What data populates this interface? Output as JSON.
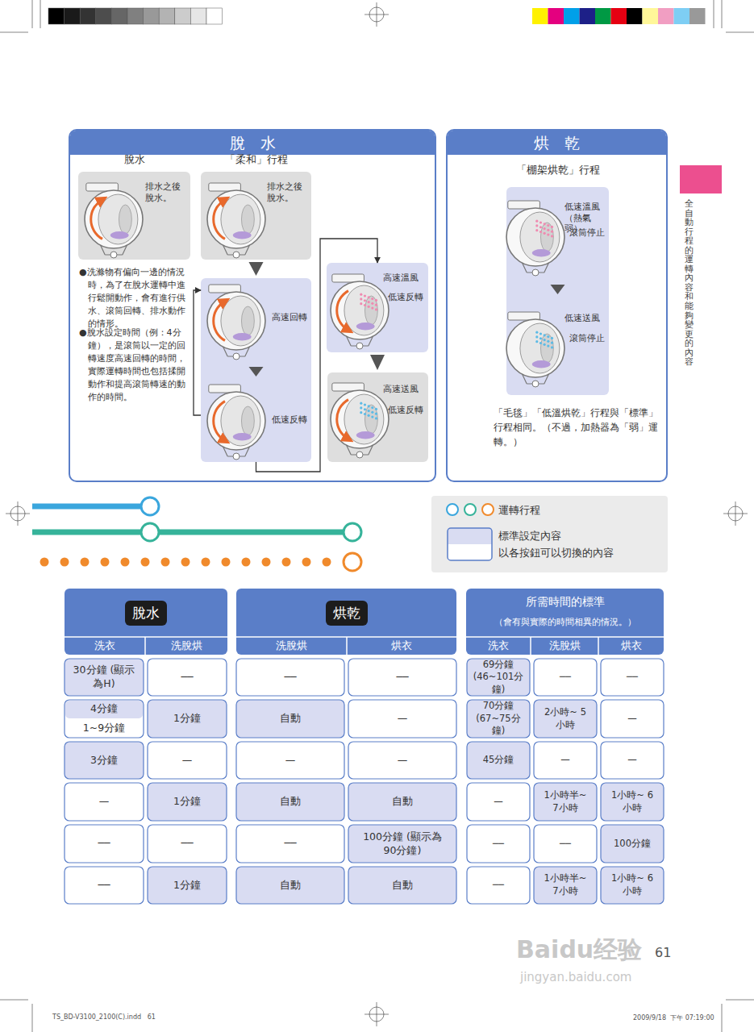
{
  "diagram": {
    "nodes": [
      {
        "text": [
          "脫　水"
        ]
      },
      {
        "text": [
          "脫水",
          "排水之後 脫水。"
        ],
        "in": 0
      },
      {
        "text": [
          "「柔和」行程",
          "排水之後 脫水。"
        ],
        "in": 0
      },
      {
        "text": [
          "高速回轉"
        ],
        "in": 0
      },
      {
        "text": [
          "低速反轉"
        ],
        "in": 0
      },
      {
        "text": [
          "高速溫風",
          "低速反轉"
        ],
        "in": 0
      },
      {
        "text": [
          "高速送風",
          "低速反轉"
        ],
        "in": 0
      },
      {
        "text": [
          "烘　乾"
        ]
      },
      {
        "text": [
          "「棚架烘乾」行程"
        ],
        "in": 7
      },
      {
        "text": [
          "低速溫風 （熱氣弱）",
          "滾筒停止"
        ],
        "in": 8
      },
      {
        "text": [
          "低速送風",
          "滾筒停止"
        ],
        "in": 8
      }
    ],
    "edges": [
      {
        "from": 2,
        "to": 3,
        "arrow": "to"
      },
      {
        "from": 3,
        "to": 4,
        "arrow": "to"
      },
      {
        "from": 4,
        "to": 3,
        "arrow": "to"
      },
      {
        "from": 4,
        "to": 5,
        "arrow": "to"
      },
      {
        "from": 5,
        "to": 6,
        "arrow": "to"
      },
      {
        "from": 9,
        "to": 10,
        "arrow": "to"
      }
    ],
    "labels": [
      "●洗滌物有偏向一邊的情況時，為了在脫水運轉中進行鬆開動作，會有進行供水、滾筒回轉、排水動作的情形。",
      "●脫水設定時間（例：4分鐘），是滾筒以一定的回轉速度高速回轉的時間，實際運轉時間也包括揉開動作和提高滾筒轉速的動作的時間。",
      "「毛毯」「低溫烘乾」行程與「標準」行程相同。（不過，加熱器為「弱」運轉。）",
      "全自動行程的運轉內容和能夠變更的內容",
      "脫水",
      "洗衣",
      "洗脫烘",
      "烘乾",
      "洗脫烘",
      "烘衣",
      "所需時間的標準",
      "（會有與實際的時間相異的情況。）",
      "洗衣",
      "洗脫烘",
      "烘衣",
      "30分鐘 (顯示為H)",
      "──",
      "──",
      "──",
      "69分鐘 (46~101分鐘)",
      "──",
      "──",
      "4分鐘",
      "1~9分鐘",
      "1分鐘",
      "自動",
      "—",
      "70分鐘 (67~75分鐘)",
      "2小時~ 5小時",
      "—",
      "3分鐘",
      "—",
      "—",
      "—",
      "45分鐘",
      "—",
      "—",
      "—",
      "1分鐘",
      "自動",
      "自動",
      "—",
      "1小時半~ 7小時",
      "1小時~ 6小時",
      "──",
      "──",
      "──",
      "100分鐘 (顯示為90分鐘)",
      "──",
      "──",
      "100分鐘",
      "──",
      "1分鐘",
      "自動",
      "自動",
      "──",
      "1小時半~ 7小時",
      "1小時~ 6小時",
      "61",
      "Baidu经验",
      "jingyan.baidu.com",
      "TS_BD-V3100_2100(C).indd   61",
      "2009/9/18  下午 07:19:00"
    ],
    "legend": [
      {
        "text": "運轉行程"
      },
      {
        "text": "標準設定內容",
        "color": "#d9dcf2"
      },
      {
        "text": "以各按鈕可以切換的內容",
        "color": "#ffffff"
      }
    ]
  }
}
